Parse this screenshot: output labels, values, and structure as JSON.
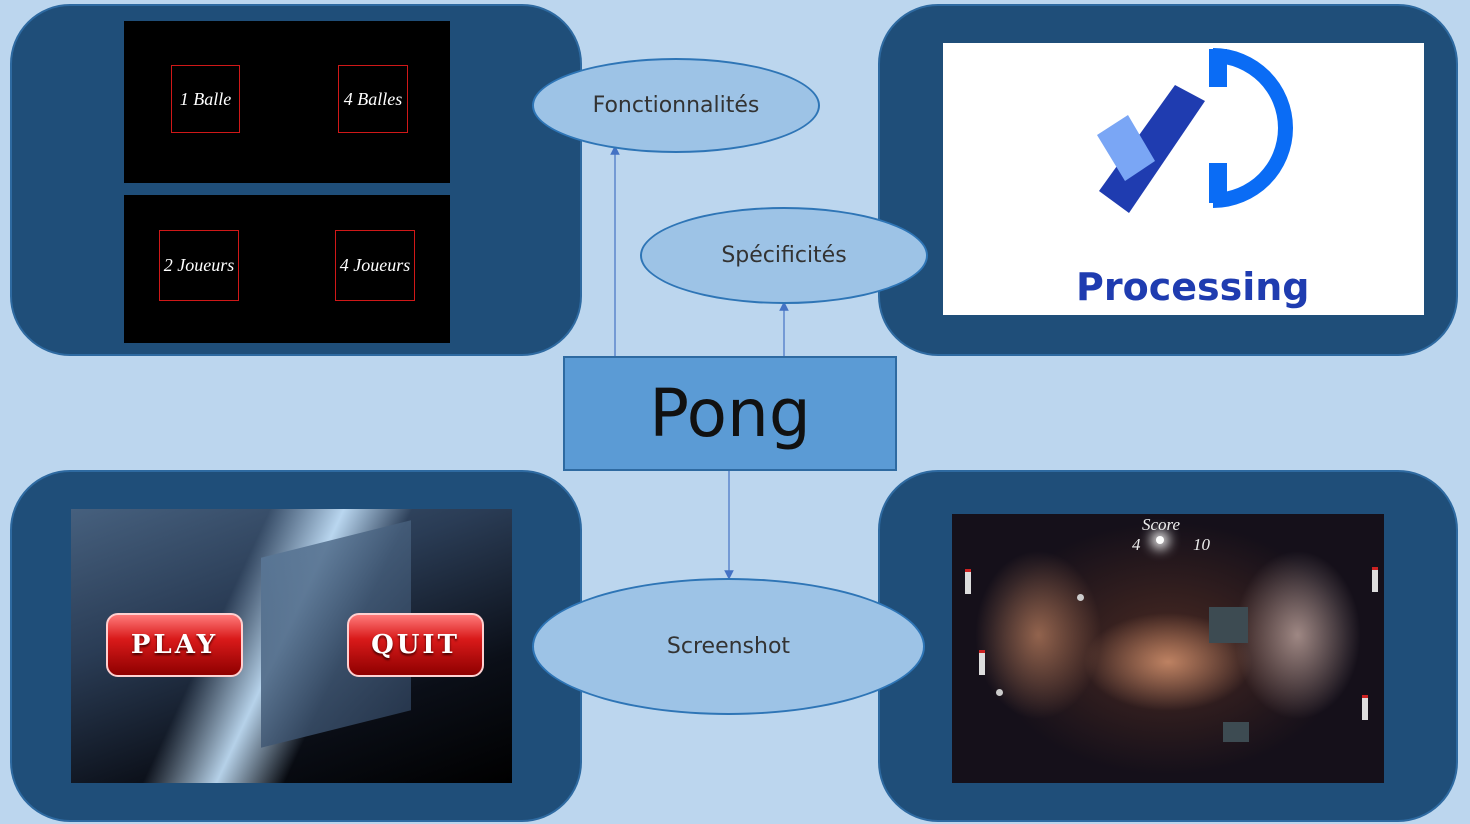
{
  "title": "Pong",
  "nodes": {
    "features": "Fonctionnalités",
    "specifics": "Spécificités",
    "screenshot": "Screenshot"
  },
  "menu": {
    "one_ball": "1 Balle",
    "four_balls": "4 Balles",
    "two_players": "2 Joueurs",
    "four_players": "4 Joueurs"
  },
  "processing_logo": {
    "text": "Processing",
    "colors": {
      "dark": "#1f3cb0",
      "light": "#7aa6f5",
      "blue": "#0a6cf5"
    }
  },
  "start_screen": {
    "play": "Play",
    "quit": "Quit"
  },
  "game_screen": {
    "score_label": "Score",
    "score_left": "4",
    "score_right": "10"
  },
  "colors": {
    "background": "#bcd6ee",
    "panel": "#1f4e79",
    "node": "#9dc3e6",
    "center": "#5b9bd5"
  }
}
